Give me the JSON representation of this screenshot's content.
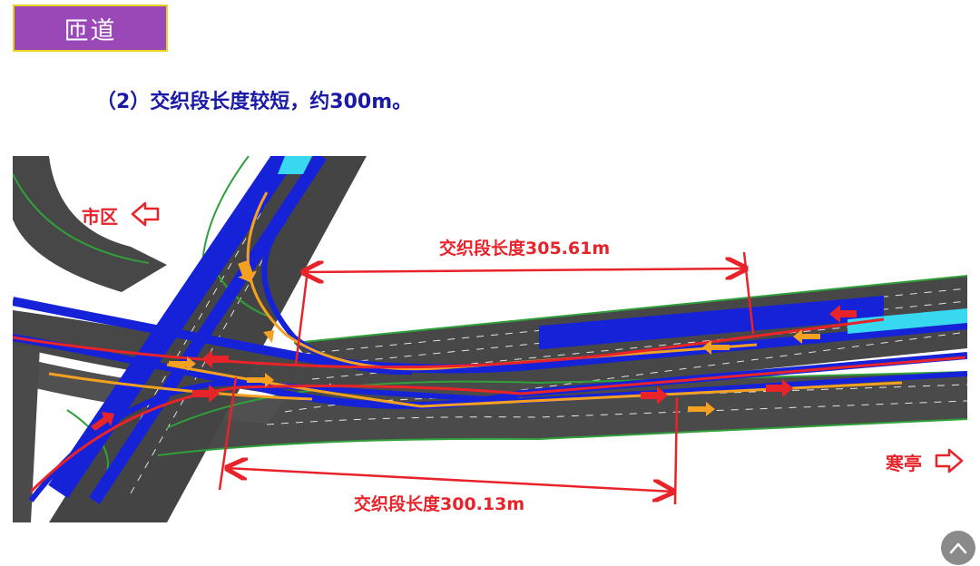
{
  "header": {
    "title": "匝道"
  },
  "heading": {
    "text": "（2）交织段长度较短，约300m。"
  },
  "diagram": {
    "labels": {
      "city": "市区",
      "hanting": "寒亭",
      "weave_upper": "交织段长度305.61m",
      "weave_lower": "交织段长度300.13m"
    },
    "icons": {
      "city_arrow": "arrow-left-outline-icon",
      "hanting_arrow": "arrow-right-outline-icon"
    }
  },
  "colors": {
    "title_bg": "#9a47b8",
    "title_border": "#e9d21c",
    "heading": "#1a1aa6",
    "dimension_red": "#e8232a",
    "lane_blue": "#1622d8",
    "road_gray": "#4a4a4a",
    "ramp_orange": "#f4a020",
    "median_green": "#2fa03a"
  },
  "scroll_top": {
    "icon": "chevron-up-icon"
  }
}
